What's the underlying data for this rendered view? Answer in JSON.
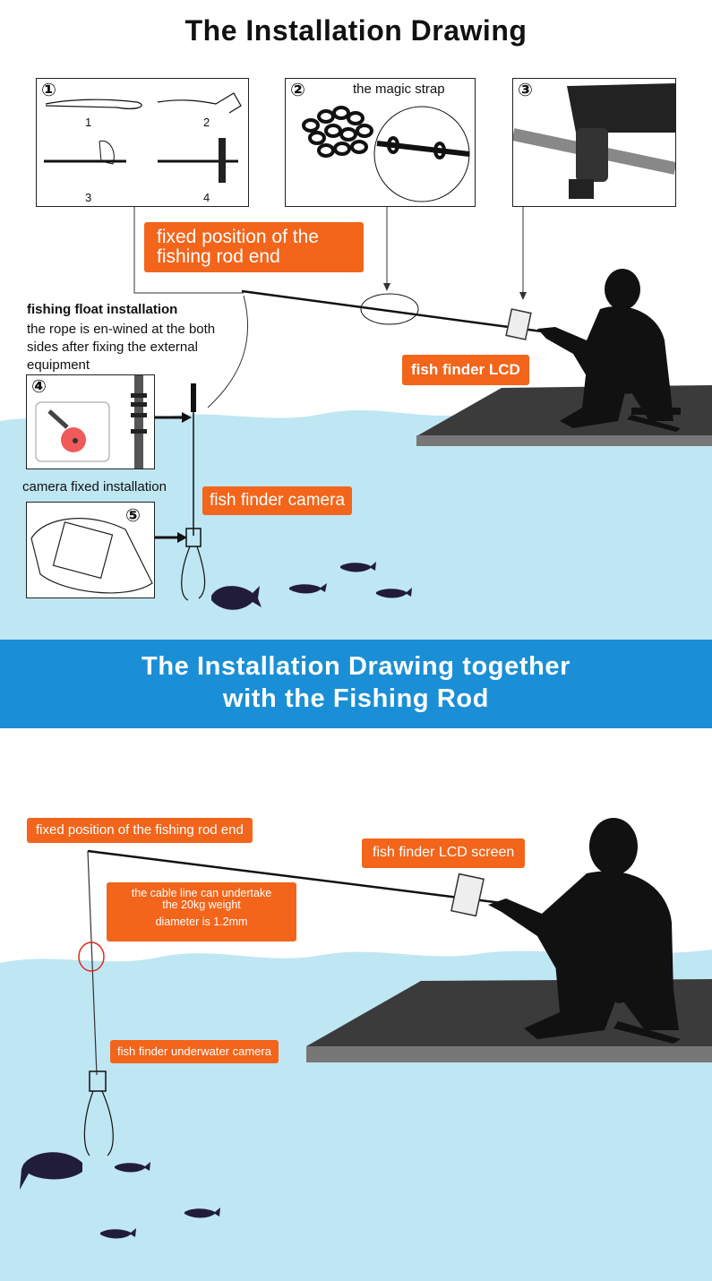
{
  "title": "The Installation Drawing",
  "panels": [
    {
      "number": "①",
      "steps": [
        "1",
        "2",
        "3",
        "4"
      ]
    },
    {
      "number": "②",
      "label": "the magic strap"
    },
    {
      "number": "③"
    },
    {
      "number": "④"
    },
    {
      "number": "⑤"
    }
  ],
  "callouts_top": {
    "rod_end": "fixed position of the fishing rod end",
    "lcd": "fish finder LCD",
    "camera": "fish finder camera"
  },
  "float_installation": {
    "heading": "fishing float installation",
    "text": "the rope is en-wined at the both sides after fixing the external equipment"
  },
  "camera_installation": "camera fixed installation",
  "banner": {
    "line1": "The Installation Drawing together",
    "line2": "with the Fishing Rod"
  },
  "callouts_bottom": {
    "rod_end": "fixed position of the fishing rod end",
    "lcd": "fish finder LCD screen",
    "cable_1": "the cable line can undertake",
    "cable_2": "the 20kg weight",
    "cable_3": "diameter is 1.2mm",
    "camera": "fish finder underwater camera"
  },
  "colors": {
    "water": "#bfe6f3",
    "banner": "#1a8fd6",
    "callout": "#f2651b",
    "dock": "#3b3b3b"
  }
}
